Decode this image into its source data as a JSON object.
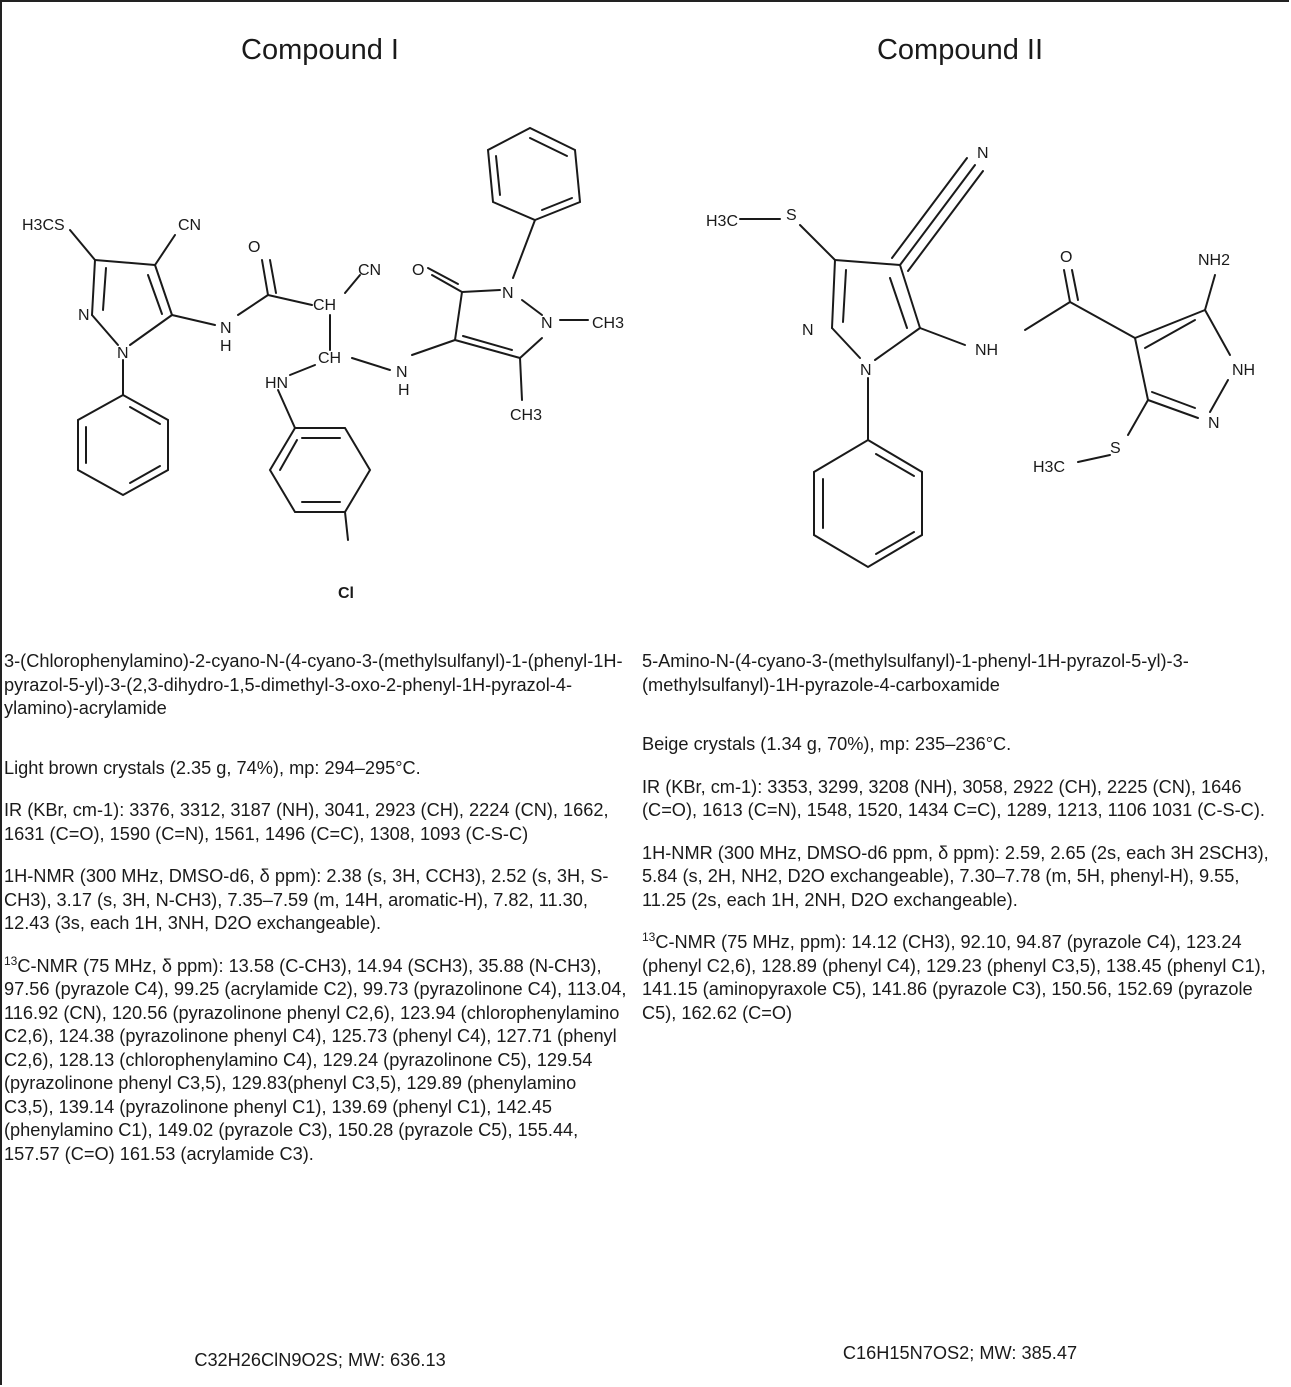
{
  "compounds": [
    {
      "title": "Compound I",
      "name": "3-(Chlorophenylamino)-2-cyano-N-(4-cyano-3-(methylsulfanyl)-1-(phenyl-1H-pyrazol-5-yl)-3-(2,3-dihydro-1,5-dimethyl-3-oxo-2-phenyl-1H-pyrazol-4-ylamino)-acrylamide",
      "appearance": "Light brown crystals (2.35 g, 74%), mp: 294–295°C.",
      "ir": "IR (KBr, cm-1): 3376, 3312, 3187 (NH), 3041, 2923 (CH), 2224 (CN), 1662, 1631 (C=O), 1590 (C=N), 1561, 1496 (C=C), 1308, 1093 (C-S-C)",
      "hnmr": "1H-NMR (300 MHz, DMSO-d6, δ ppm): 2.38 (s, 3H, CCH3), 2.52 (s, 3H, S-CH3), 3.17 (s, 3H, N-CH3), 7.35–7.59 (m, 14H, aromatic-H), 7.82, 11.30, 12.43 (3s, each 1H, 3NH, D2O exchangeable).",
      "cnmr_sup": "13",
      "cnmr": "C-NMR (75 MHz, δ ppm): 13.58 (C-CH3), 14.94 (SCH3), 35.88 (N-CH3), 97.56 (pyrazole C4), 99.25 (acrylamide C2), 99.73 (pyrazolinone C4), 113.04, 116.92 (CN), 120.56 (pyrazolinone phenyl C2,6), 123.94 (chlorophenylamino C2,6), 124.38 (pyrazolinone phenyl C4), 125.73 (phenyl C4), 127.71 (phenyl C2,6), 128.13 (chlorophenylamino C4), 129.24 (pyrazolinone C5), 129.54 (pyrazolinone phenyl C3,5), 129.83(phenyl C3,5), 129.89 (phenylamino C3,5), 139.14 (pyrazolinone phenyl C1), 139.69 (phenyl C1), 142.45 (phenylamino C1), 149.02 (pyrazole C3), 150.28 (pyrazole C5), 155.44, 157.57 (C=O) 161.53 (acrylamide C3).",
      "formula": "C32H26ClN9O2S; MW: 636.13",
      "labels": {
        "h3cs": "H3CS",
        "cn1": "CN",
        "n1": "N",
        "n2": "N",
        "nh1": "N",
        "h1": "H",
        "o1": "O",
        "ch1": "CH",
        "cn2": "CN",
        "ch2": "CH",
        "hn": "HN",
        "nh2": "N",
        "h2": "H",
        "o2": "O",
        "n3": "N",
        "n4": "N",
        "ch3a": "CH3",
        "ch3b": "CH3",
        "cl": "Cl"
      }
    },
    {
      "title": "Compound II",
      "name": "5-Amino-N-(4-cyano-3-(methylsulfanyl)-1-phenyl-1H-pyrazol-5-yl)-3-(methylsulfanyl)-1H-pyrazole-4-carboxamide",
      "appearance": "Beige crystals (1.34 g, 70%), mp: 235–236°C.",
      "ir": "IR (KBr, cm-1): 3353, 3299, 3208 (NH), 3058, 2922 (CH), 2225 (CN), 1646 (C=O), 1613 (C=N), 1548, 1520, 1434 C=C), 1289, 1213, 1106 1031 (C-S-C).",
      "hnmr": "1H-NMR (300 MHz, DMSO-d6 ppm, δ ppm): 2.59, 2.65 (2s, each 3H 2SCH3), 5.84 (s, 2H, NH2, D2O exchangeable), 7.30–7.78 (m, 5H, phenyl-H), 9.55, 11.25 (2s, each 1H, 2NH, D2O exchangeable).",
      "cnmr_sup": "13",
      "cnmr": "C-NMR (75 MHz, ppm): 14.12 (CH3), 92.10, 94.87 (pyrazole C4), 123.24 (phenyl C2,6), 128.89 (phenyl C4), 129.23 (phenyl C3,5), 138.45 (phenyl C1), 141.15 (aminopyraxole C5), 141.86 (pyrazole C3), 150.56, 152.69 (pyrazole C5), 162.62 (C=O)",
      "formula": "C16H15N7OS2; MW: 385.47",
      "labels": {
        "h3c1": "H3C",
        "s1": "S",
        "n_cn": "N",
        "n1": "N",
        "n2": "N",
        "nh": "NH",
        "o": "O",
        "nh2": "NH2",
        "nh_ring": "NH",
        "n_ring": "N",
        "s2": "S",
        "h3c2": "H3C"
      }
    }
  ]
}
